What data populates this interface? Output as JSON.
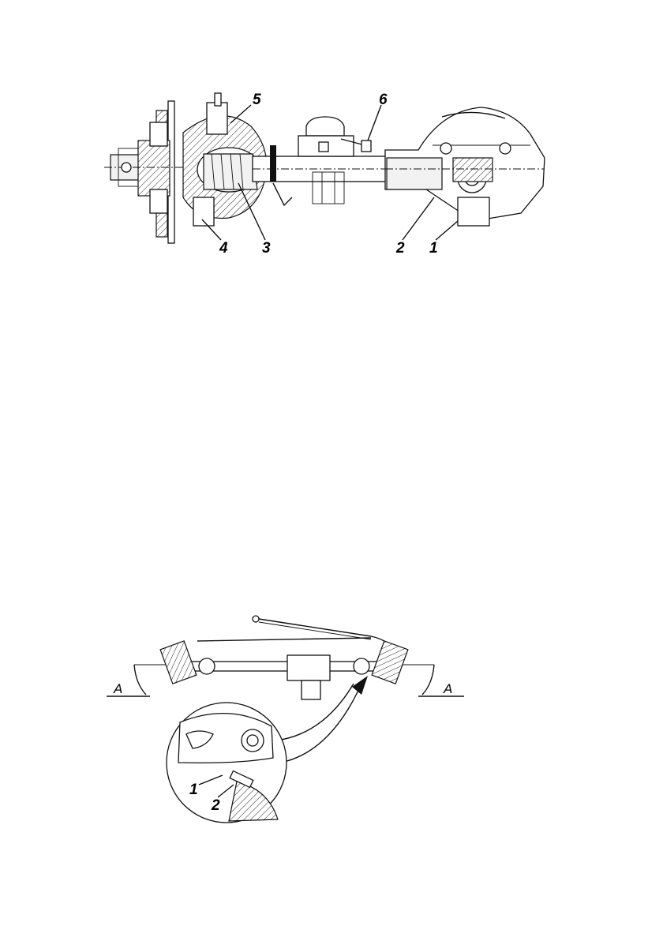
{
  "figure_top": {
    "callouts": [
      "5",
      "6",
      "4",
      "3",
      "2",
      "1"
    ]
  },
  "figure_bottom": {
    "section_left": "A",
    "section_right": "A",
    "callouts": [
      "1",
      "2"
    ]
  }
}
